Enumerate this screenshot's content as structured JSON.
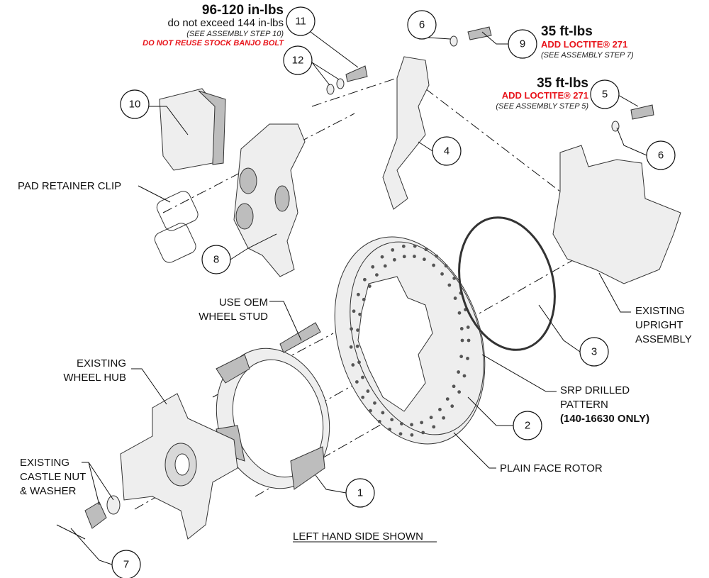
{
  "torque_notes": {
    "banjo": {
      "value": "96-120 in-lbs",
      "limit": "do not exceed 144 in-lbs",
      "step": "(SEE ASSEMBLY STEP 10)",
      "warning": "DO NOT REUSE STOCK BANJO BOLT"
    },
    "bolt9": {
      "value": "35 ft-lbs",
      "loctite": "ADD LOCTITE® 271",
      "step": "(SEE ASSEMBLY STEP 7)"
    },
    "bolt5": {
      "value": "35 ft-lbs",
      "loctite": "ADD LOCTITE® 271",
      "step": "(SEE ASSEMBLY STEP 5)"
    }
  },
  "callouts": [
    "11",
    "6",
    "9",
    "12",
    "10",
    "5",
    "4",
    "6",
    "8",
    "3",
    "2",
    "1",
    "7"
  ],
  "labels": {
    "pad_clip": "PAD RETAINER CLIP",
    "stud": [
      "USE OEM",
      "WHEEL STUD"
    ],
    "hub": [
      "EXISTING",
      "WHEEL HUB"
    ],
    "nut": [
      "EXISTING",
      "CASTLE NUT",
      "& WASHER"
    ],
    "upright": [
      "EXISTING",
      "UPRIGHT",
      "ASSEMBLY"
    ],
    "srp": [
      "SRP DRILLED",
      "PATTERN",
      "(140-16630 ONLY)"
    ],
    "rotor": "PLAIN FACE ROTOR",
    "footer": "LEFT HAND SIDE SHOWN"
  },
  "colors": {
    "warning": "#e8141b",
    "line": "#111111",
    "part": "#eeeeee"
  }
}
